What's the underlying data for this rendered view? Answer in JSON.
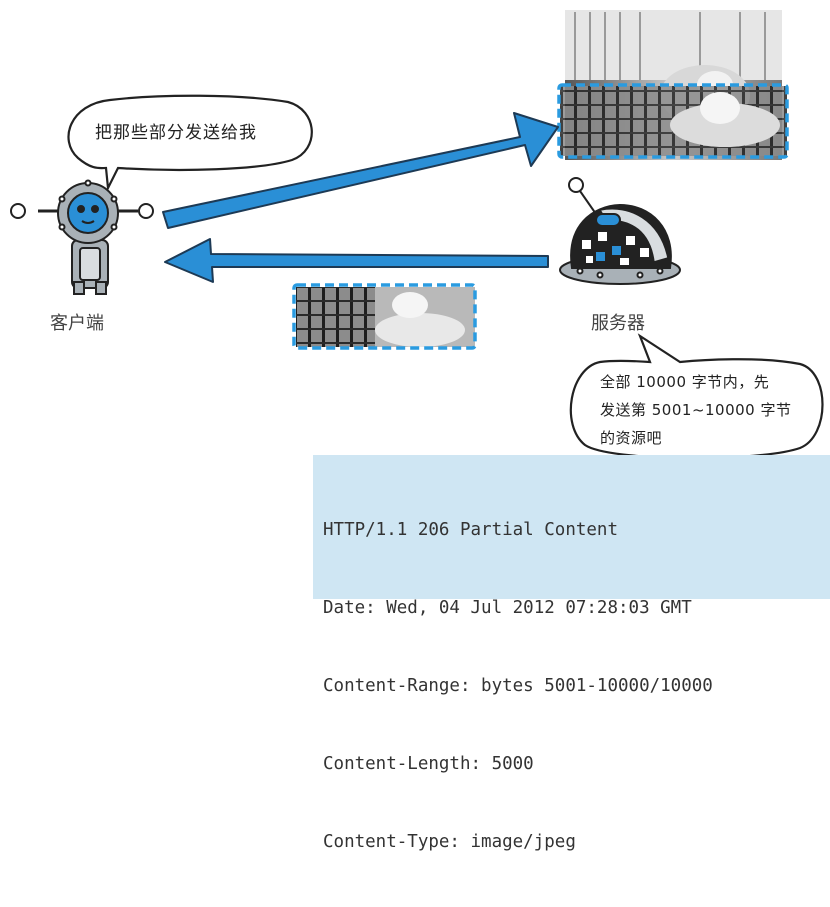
{
  "client": {
    "label": "客户端",
    "speech": "把那些部分发送给我"
  },
  "server": {
    "label": "服务器",
    "speech_lines": [
      "全部 10000 字节内，先",
      "发送第 5001~10000 字节",
      "的资源吧"
    ]
  },
  "http_response": {
    "lines": [
      "HTTP/1.1 206 Partial Content",
      "Date: Wed, 04 Jul 2012 07:28:03 GMT",
      "Content-Range: bytes 5001-10000/10000",
      "Content-Length: 5000",
      "Content-Type: image/jpeg"
    ]
  },
  "colors": {
    "arrow": "#2a8fd6",
    "dashed_frame": "#2a9be0",
    "http_box_bg": "#cfe6f3"
  }
}
